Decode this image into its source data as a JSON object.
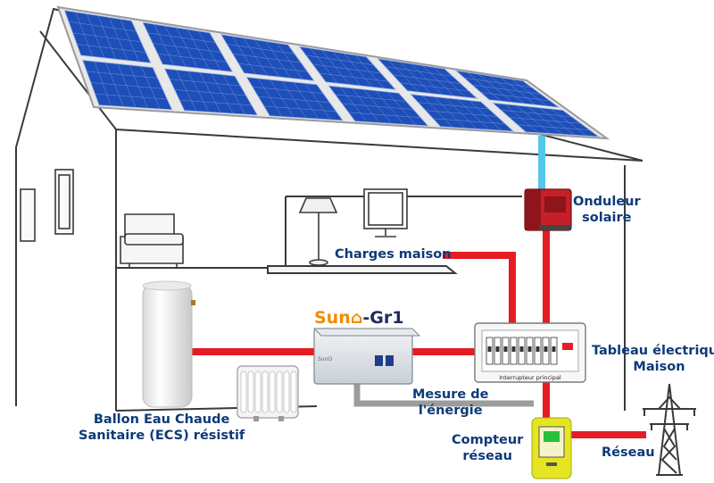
{
  "colors": {
    "power_line": "#e41c24",
    "signal_line": "#9c9c9c",
    "solar_pipe": "#56c6ea",
    "label": "#0d3a78",
    "panel": "#1e4fb8",
    "brand_accent": "#f28c00",
    "meter": "#e5e621",
    "inverter": "#c52028"
  },
  "labels": {
    "inverter": [
      "Onduleur",
      "solaire"
    ],
    "house_loads": "Charges maison",
    "panel_board": [
      "Tableau électrique",
      "Maison"
    ],
    "energy_measure": [
      "Mesure de",
      "l'énergie"
    ],
    "water_heater": [
      "Ballon Eau Chaude",
      "Sanitaire (ECS) résistif"
    ],
    "grid_meter": [
      "Compteur",
      "réseau"
    ],
    "grid": "Réseau"
  },
  "device": {
    "brand_prefix": "Sun",
    "brand_suffix": "-Gr1",
    "breaker_caption": "Interrupteur principal"
  }
}
